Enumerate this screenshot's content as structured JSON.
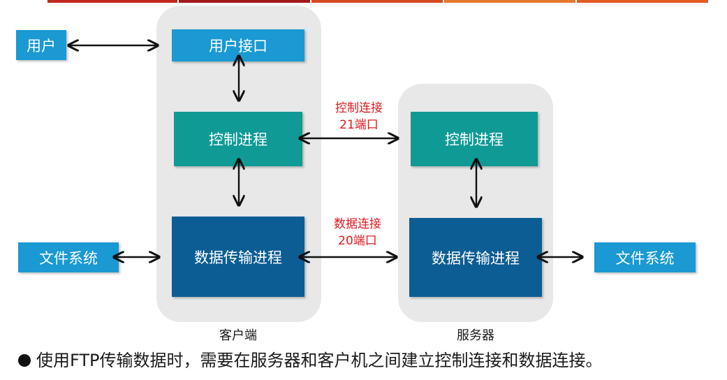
{
  "colors": {
    "top_strip": [
      "#c2271e",
      "#a3191b",
      "#d44a1f",
      "#e6782b",
      "#e25b22"
    ],
    "panel": "#e8e8e8",
    "user_box": "#1a99d3",
    "control_box": "#0f9a96",
    "data_box": "#0c5d93",
    "port_label": "#e0191f"
  },
  "nodes": {
    "user": "用户",
    "client_fs": "文件系统",
    "server_fs": "文件系统",
    "client_ui": "用户接口",
    "client_control": "控制进程",
    "client_data": "数据传输进程",
    "server_control": "控制进程",
    "server_data": "数据传输进程"
  },
  "panels": {
    "client": "客户端",
    "server": "服务器"
  },
  "connections": {
    "control": {
      "line1": "控制连接",
      "line2": "21端口"
    },
    "data": {
      "line1": "数据连接",
      "line2": "20端口"
    }
  },
  "footer": {
    "text": "使用FTP传输数据时，需要在服务器和客户机之间建立控制连接和数据连接。"
  }
}
